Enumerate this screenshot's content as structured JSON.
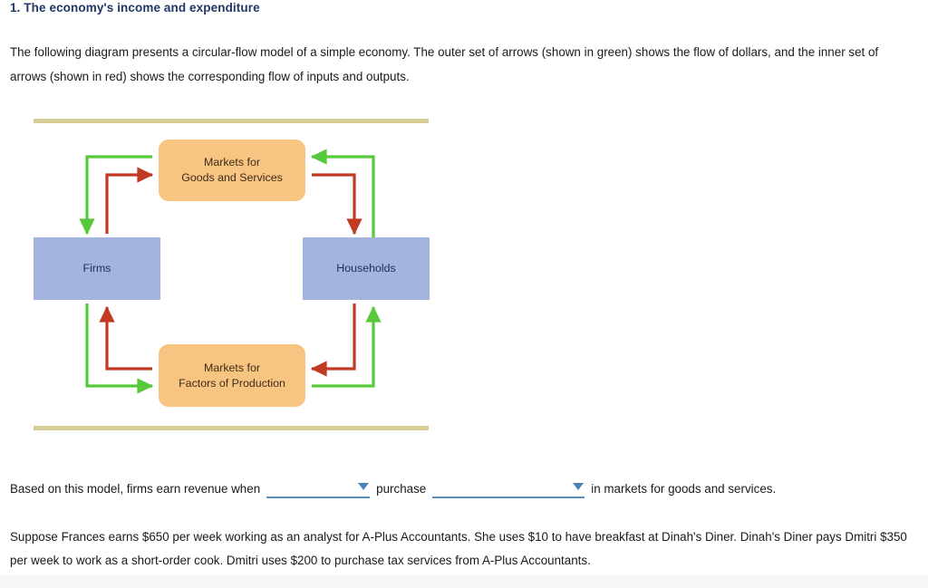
{
  "question": {
    "number": "1.",
    "title": "1. The economy's income and expenditure",
    "intro": "The following diagram presents a circular-flow model of a simple economy. The outer set of arrows (shown in green) shows the flow of dollars, and the inner set of arrows (shown in red) shows the corresponding flow of inputs and outputs.",
    "closing": "Suppose Frances earns $650 per week working as an analyst for A-Plus Accountants. She uses $10 to have breakfast at Dinah's Diner. Dinah's Diner pays Dmitri $350 per week to work as a short-order cook. Dmitri uses $200 to purchase tax services from A-Plus Accountants."
  },
  "diagram": {
    "nodes": {
      "goods_market": "Markets for\nGoods and Services",
      "goods_market_line1": "Markets for",
      "goods_market_line2": "Goods and Services",
      "factors_market_line1": "Markets for",
      "factors_market_line2": "Factors of Production",
      "firms": "Firms",
      "households": "Households"
    },
    "colors": {
      "market_fill": "#f8c481",
      "sector_fill": "#a3b4de",
      "dollar_flow_green": "#58c93a",
      "goods_flow_red": "#c03a24",
      "rule": "#d6cd96"
    },
    "legend": {
      "green_meaning": "flow of dollars",
      "red_meaning": "flow of inputs and outputs"
    },
    "flows": [
      {
        "color": "green",
        "from": "Households",
        "to": "Markets for Goods and Services"
      },
      {
        "color": "green",
        "from": "Markets for Goods and Services",
        "to": "Firms"
      },
      {
        "color": "green",
        "from": "Firms",
        "to": "Markets for Factors of Production"
      },
      {
        "color": "green",
        "from": "Markets for Factors of Production",
        "to": "Households"
      },
      {
        "color": "red",
        "from": "Firms",
        "to": "Markets for Goods and Services"
      },
      {
        "color": "red",
        "from": "Markets for Goods and Services",
        "to": "Households"
      },
      {
        "color": "red",
        "from": "Households",
        "to": "Markets for Factors of Production"
      },
      {
        "color": "red",
        "from": "Markets for Factors of Production",
        "to": "Firms"
      }
    ]
  },
  "prompt_sentence": {
    "part1": "Based on this model, firms earn revenue when",
    "dropdown1_value": "",
    "part2": "purchase",
    "dropdown2_value": "",
    "part3": "in markets for goods and services."
  }
}
